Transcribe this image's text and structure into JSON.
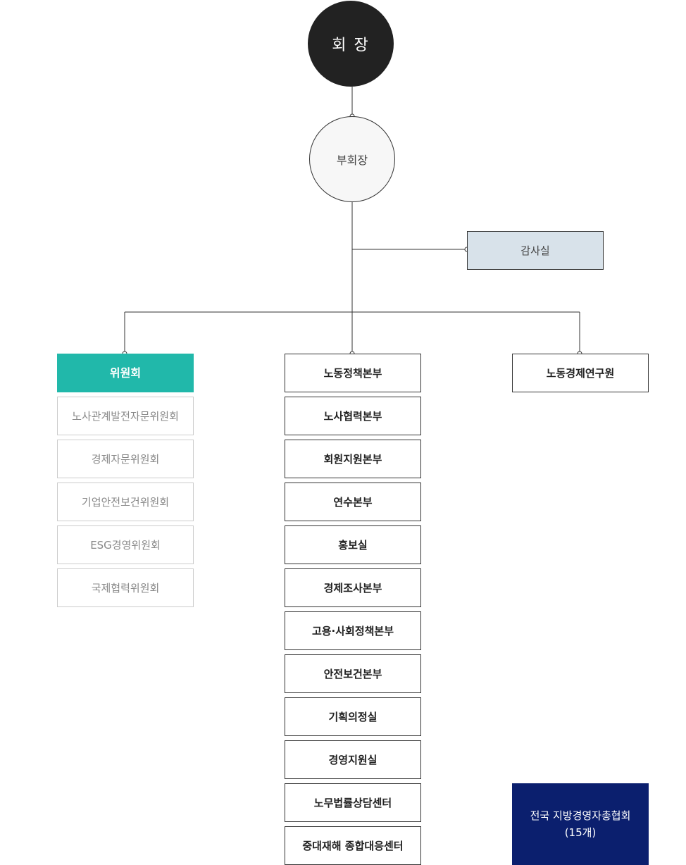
{
  "chairman": {
    "label": "회 장"
  },
  "vice_chairman": {
    "label": "부회장"
  },
  "audit_office": {
    "label": "감사실"
  },
  "committee": {
    "title": "위원회",
    "items": [
      "노사관계발전자문위원회",
      "경제자문위원회",
      "기업안전보건위원회",
      "ESG경영위원회",
      "국제협력위원회"
    ]
  },
  "departments": [
    "노동정책본부",
    "노사협력본부",
    "회원지원본부",
    "연수본부",
    "홍보실",
    "경제조사본부",
    "고용·사회정책본부",
    "안전보건본부",
    "기획의정실",
    "경영지원실",
    "노무법률상담센터",
    "중대재해 종합대응센터"
  ],
  "institute": {
    "label": "노동경제연구원"
  },
  "regional_association": {
    "line1": "전국 지방경영자총협회",
    "line2": "(15개)"
  },
  "colors": {
    "chairman_bg": "#222222",
    "committee_head_bg": "#21b8aa",
    "audit_bg": "#d8e2ea",
    "regional_bg": "#0b1f6e"
  }
}
